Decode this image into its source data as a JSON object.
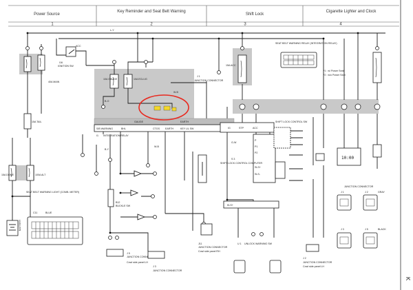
{
  "sections": [
    {
      "num": "1",
      "title": "Power Source"
    },
    {
      "num": "2",
      "title": "Key Reminder and Seat Belt Warning"
    },
    {
      "num": "3",
      "title": "Shift Lock"
    },
    {
      "num": "4",
      "title": "Cigarette Lighter and Clock"
    }
  ],
  "labels": {
    "ignition_sw": "IGNITION SW",
    "ignition_code": "I16",
    "acc": "ACC",
    "fuse_gauge": "10A GAUGE",
    "fuse_ecu_ig": "10A ECU-IG",
    "fuse_acc": "15A ACC",
    "fuse_dome": "15A DOME",
    "fuse_alt": "100A ALT",
    "fuse_tail": "15A TAIL",
    "fuse_40a": "40A MAIN",
    "battery": "BATTERY",
    "integration_relay": "INTEGRATION RELAY",
    "integration_relay_code": "I1",
    "seat_belt_warning_light": "SEAT BELT WARNING LIGHT (COMB. METER)",
    "buckle_sw": "BUCKLE SW",
    "buckle_sw_code": "B12",
    "junction_connector": "JUNCTION CONNECTOR",
    "shift_lock_computer": "SHIFT LOCK CONTROL COMPUTER",
    "shift_lock_computer_code": "S 3",
    "shift_lock_sw": "SHIFT LOCK CONTROL SW",
    "unlock_warning_sw": "UNLOCK WARNING SW",
    "seat_belt_relay": "SEAT BELT WARNING RELAY (INTEGRATION RELAY)",
    "relay_note_1": "*1 : w/ Power Seat",
    "relay_note_2": "*2 : w/o Power Seat",
    "clock_display": "10:00",
    "pin_gauge": "GAUGE",
    "pin_earth": "EARTH",
    "pin_sb_warning": "S/B WARNING",
    "pin_bhl": "BHL",
    "pin_cts": "CTGS",
    "pin_key_ul_sw": "KEY UL SW",
    "pin_ig": "IG",
    "pin_stp": "STP",
    "pin_acc": "ACC",
    "pin_sls_plus": "SLS+",
    "pin_sls_minus": "SLS-",
    "pin_kls_plus": "KLS+",
    "pin_p": "P",
    "pin_p1": "P1",
    "pin_p2": "P2",
    "connector_blue": "BLUE",
    "connector_gray": "GRAY",
    "connector_black": "BLACK",
    "conn_c11": "C11",
    "conn_j1": "J 1",
    "conn_j2": "J 2",
    "conn_j3": "J 3",
    "conn_j5": "J 5",
    "conn_j11": "J11",
    "conn_u1": "U 1",
    "cowl_side_lh": "Cowl side panel LH",
    "cowl_side_rh": "Cowl side panel RH",
    "side_letter": "K",
    "w_b": "W-B",
    "b_o": "B-O",
    "l_y": "L-Y",
    "g_w": "G-W",
    "b_y": "B-Y"
  },
  "colors": {
    "highlight_circle": "#e8281e",
    "highlight_pin": "#f3d72a",
    "relay_shade": "#c9c9c9",
    "wire": "#1a1a1a"
  }
}
